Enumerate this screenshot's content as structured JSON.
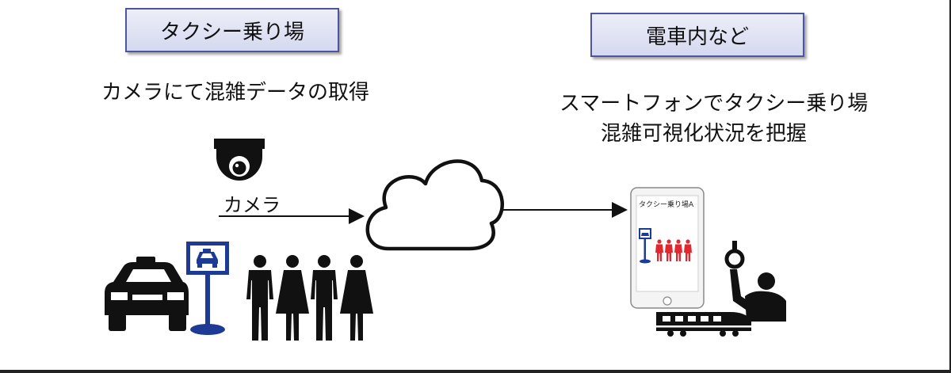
{
  "left": {
    "header": "タクシー乗り場",
    "caption": "カメラにて混雑データの取得",
    "camera_label": "カメラ"
  },
  "right": {
    "header": "電車内など",
    "caption_line1": "スマートフォンでタクシー乗り場",
    "caption_line2": "混雑可視化状況を把握",
    "phone_screen_title": "タクシー乗り場A"
  },
  "colors": {
    "header_border": "#4d55a3",
    "header_fill": "#dfe2f3",
    "sign_blue": "#1d3a94",
    "crowd_red": "#e0282e",
    "icon_black": "#111111"
  }
}
